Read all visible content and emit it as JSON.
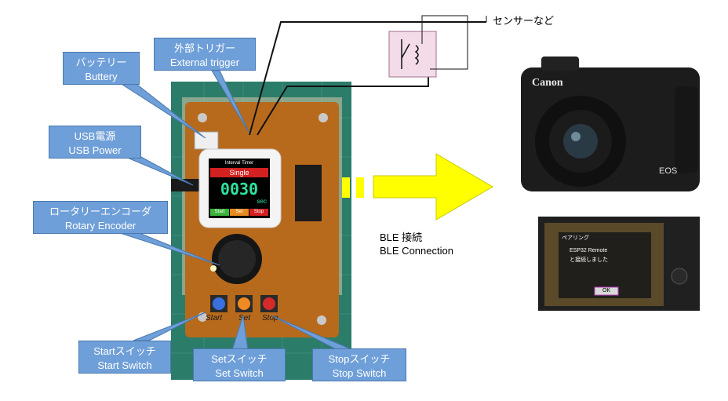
{
  "callouts": {
    "ext_trigger": {
      "jp": "外部トリガー",
      "en": "External trigger"
    },
    "battery": {
      "jp": "バッテリー",
      "en": "Buttery"
    },
    "usb": {
      "jp": "USB電源",
      "en": "USB Power"
    },
    "rotary": {
      "jp": "ロータリーエンコーダ",
      "en": "Rotary Encoder"
    },
    "start": {
      "jp": "Startスイッチ",
      "en": "Start Switch"
    },
    "set": {
      "jp": "Setスイッチ",
      "en": "Set Switch"
    },
    "stop": {
      "jp": "Stopスイッチ",
      "en": "Stop Switch"
    }
  },
  "sensor_label": "センサーなど",
  "ble": {
    "line1": "BLE 接続",
    "line2": "BLE Connection"
  },
  "device_screen": {
    "title": "Interval Timer",
    "mode": "Single",
    "value": "0030",
    "unit": "sec",
    "btn_start": "Start",
    "btn_set": "Set",
    "btn_stop": "Stop"
  },
  "board_labels": {
    "start": "Start",
    "set": "Set",
    "stop": "Stop"
  },
  "camera": {
    "brand": "Canon",
    "model": "EOS"
  },
  "camera_screen": {
    "header": "ペアリング",
    "line1": "ESP32 Remote",
    "line2": "と接続しました",
    "ok": "OK"
  },
  "colors": {
    "callout": "#6f9fd8",
    "arrow": "#ffff00",
    "pcb": "#b86a1c",
    "mat": "#2c7c6a"
  }
}
